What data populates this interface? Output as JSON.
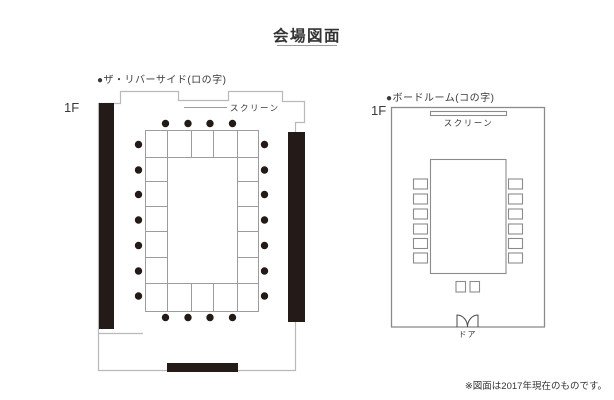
{
  "title": "会場図面",
  "footnote": "※図面は2017年現在のものです。",
  "rooms": {
    "riverside": {
      "bullet": "●",
      "name": "ザ・リバーサイド(ロの字)",
      "floor": "1F",
      "screen_label": "スクリーン",
      "chair_count": 22
    },
    "boardroom": {
      "bullet": "●",
      "name": "ボードルーム(コの字)",
      "floor": "1F",
      "screen_label": "スクリーン",
      "door_label": "ドア",
      "chair_count": 14
    }
  },
  "colors": {
    "text": "#3a3a3a",
    "wall_outline_light": "#b9b9b9",
    "wall_outline_dark": "#8b8b8b",
    "table_line": "#9c9c9c",
    "solid_fill": "#241a17",
    "title_underline": "#999999"
  }
}
